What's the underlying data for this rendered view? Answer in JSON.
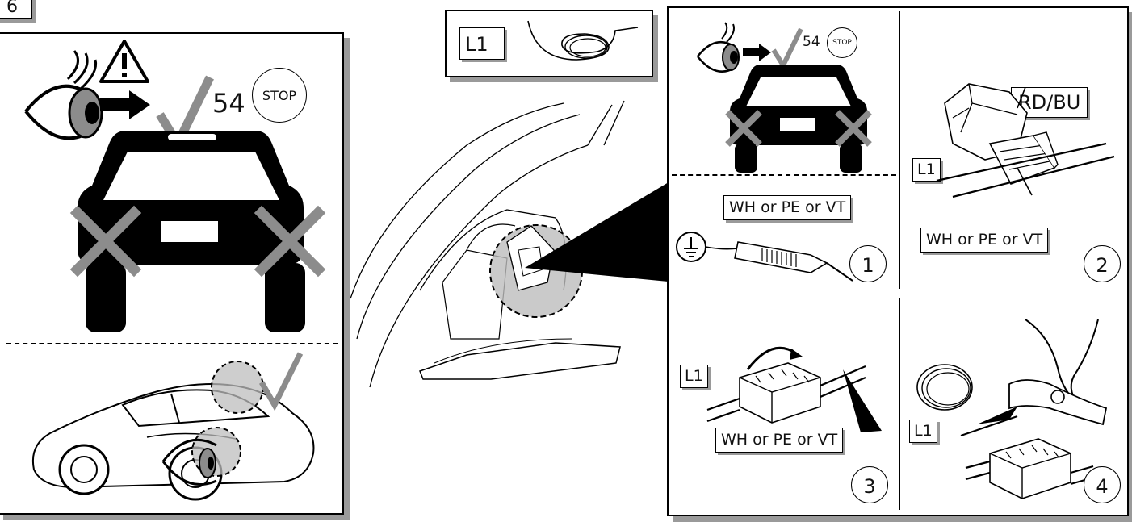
{
  "top_left_tab": {
    "number": "6"
  },
  "left_panel": {
    "number_54": "54",
    "stop_text": "STOP"
  },
  "harness_box": {
    "label": "L1"
  },
  "step1": {
    "number_54": "54",
    "stop_text": "STOP",
    "wire_label": "WH or PE or VT",
    "step_number": "1"
  },
  "step2": {
    "rdbu_label": "RD/BU",
    "l1_label": "L1",
    "wire_label": "WH or PE or VT",
    "step_number": "2"
  },
  "step3": {
    "l1_label": "L1",
    "wire_label": "WH or PE or VT",
    "step_number": "3"
  },
  "step4": {
    "l1_label": "L1",
    "step_number": "4"
  },
  "colors": {
    "ink": "#000000",
    "shadow": "#9a9a9a",
    "mark_gray": "#8c8c8c",
    "highlight_gray": "#bdbdbd"
  },
  "icons": [
    "eye-icon",
    "arrow-right-icon",
    "checkmark-icon",
    "warning-triangle-icon",
    "stop-sign-icon",
    "cross-icon",
    "ground-icon",
    "test-lamp-icon",
    "connector-icon",
    "wire-coil-icon",
    "pliers-icon",
    "car-rear-icon",
    "car-side-icon"
  ]
}
